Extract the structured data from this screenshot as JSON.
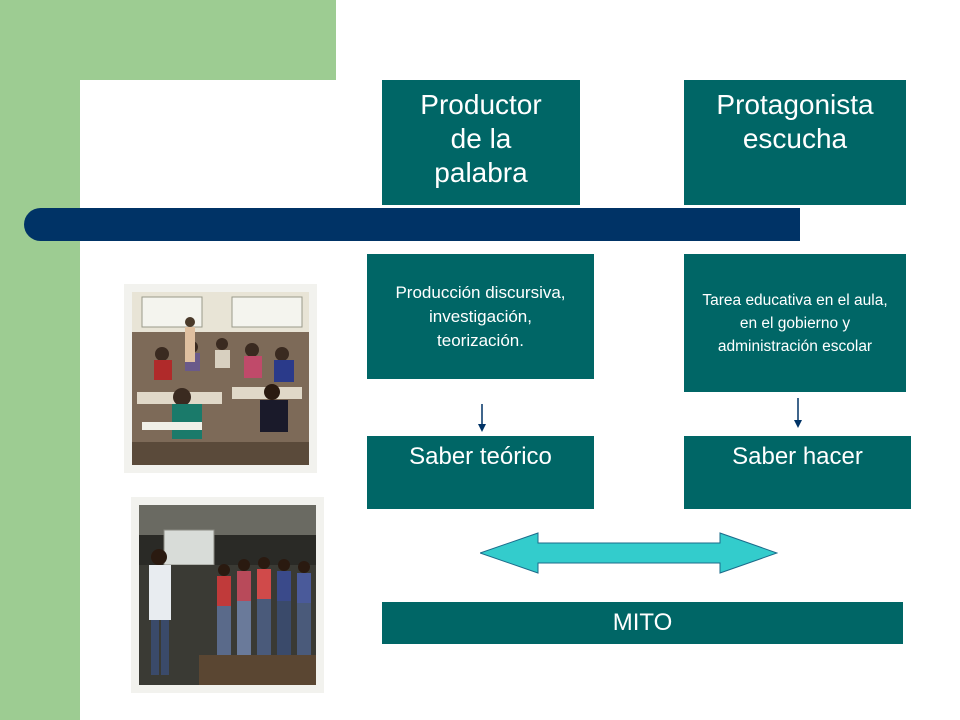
{
  "boxes": {
    "productor": "Productor de la palabra",
    "protagonista": "Protagonista escucha",
    "produccion": "Producción discursiva, investigación, teorización.",
    "tarea": "Tarea educativa en el aula, en el gobierno y administración escolar",
    "saber_teorico": "Saber teórico",
    "saber_hacer": "Saber hacer",
    "mito": "MITO"
  },
  "colors": {
    "box_fill": "#006666",
    "timeline": "#003366",
    "side_green": "#9dcc92",
    "double_arrow": "#33cccc"
  },
  "images": {
    "photo_top": "classroom-students-writing",
    "photo_bottom": "choir-rehearsal"
  }
}
